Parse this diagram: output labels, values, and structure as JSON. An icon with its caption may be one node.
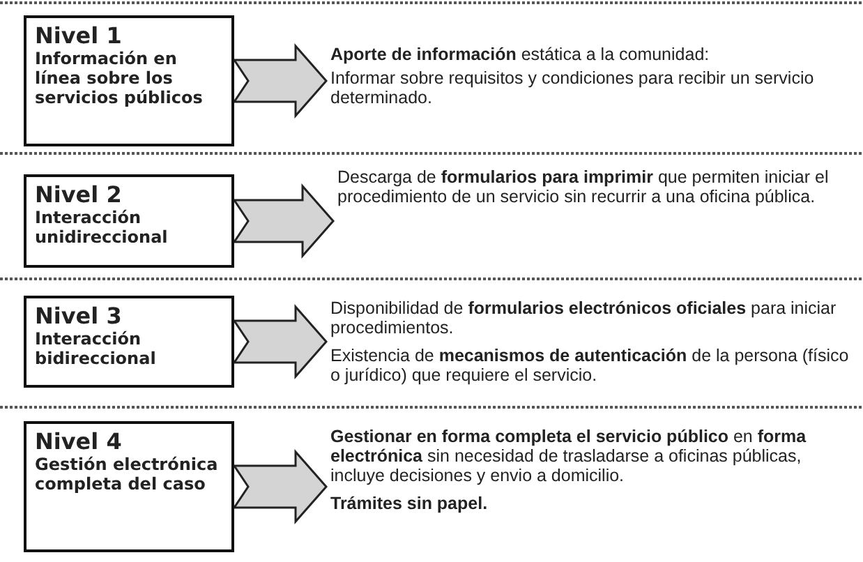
{
  "diagram": {
    "nodes": [
      {
        "text": [
          "Nivel 1",
          "Información en línea sobre los servicios públicos"
        ]
      },
      {
        "text": [
          "**Aporte de información** estática a la comunidad:",
          "Informar sobre requisitos y condiciones para recibir un servicio determinado."
        ]
      },
      {
        "text": [
          "Nivel 2",
          "Interacción unidireccional"
        ]
      },
      {
        "text": [
          "Descarga de **formularios para imprimir** que permiten iniciar el procedimiento de un servicio sin recurrir a una oficina pública."
        ]
      },
      {
        "text": [
          "Nivel 3",
          "Interacción bidireccional"
        ]
      },
      {
        "text": [
          "Disponibilidad de **formularios electrónicos oficiales** para iniciar procedimientos.",
          "Existencia de **mecanismos de autenticación** de la persona (físico o jurídico) que requiere el servicio."
        ]
      },
      {
        "text": [
          "Nivel 4",
          "Gestión electrónica completa del caso"
        ]
      },
      {
        "text": [
          "**Gestionar en forma completa el servicio público** en **forma electrónica** sin necesidad de trasladarse a oficinas públicas, incluye decisiones y envio a domicilio.",
          "Trámites sin papel."
        ]
      }
    ],
    "edges": [
      {
        "from": 0,
        "to": 1,
        "arrow": "to"
      },
      {
        "from": 2,
        "to": 3,
        "arrow": "to"
      },
      {
        "from": 4,
        "to": 5,
        "arrow": "to"
      },
      {
        "from": 6,
        "to": 7,
        "arrow": "to"
      }
    ]
  }
}
